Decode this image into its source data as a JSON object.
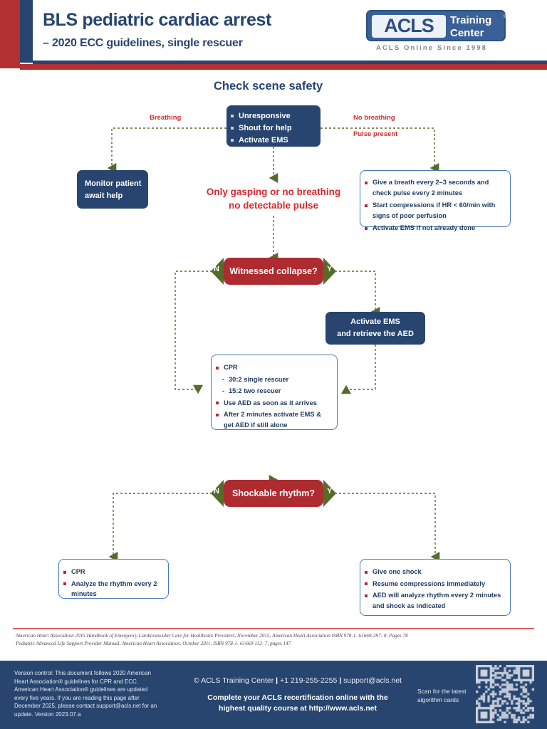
{
  "header": {
    "title": "BLS pediatric cardiac arrest",
    "subtitle": "– 2020 ECC guidelines, single rescuer",
    "logo": {
      "acls": "ACLS",
      "training": "Training",
      "center": "Center",
      "registered": "®",
      "tagline": "ACLS Online Since 1998"
    },
    "colors": {
      "blue": "#27456f",
      "red": "#b33033"
    }
  },
  "flow": {
    "scene_safety_title": "Check scene safety",
    "start_box": {
      "items": [
        "Unresponsive",
        "Shout for help",
        "Activate EMS"
      ]
    },
    "edge_labels": {
      "breathing": "Breathing",
      "no_breathing": "No breathing",
      "pulse_present": "Pulse present",
      "n": "N",
      "y": "Y"
    },
    "monitor_box": {
      "line1": "Monitor patient",
      "line2": "await help"
    },
    "gasping_text": {
      "line1": "Only gasping or no breathing",
      "line2": "no detectable pulse"
    },
    "breath_box": {
      "items": [
        "Give a breath every 2–3 seconds and check pulse every 2 minutes",
        "Start compressions if HR < 60/min with signs of poor perfusion",
        "Activate EMS if not already done"
      ]
    },
    "witnessed_decision": "Witnessed collapse?",
    "activate_ems_box": {
      "line1": "Activate EMS",
      "line2": "and retrieve the AED"
    },
    "cpr_box": {
      "items": [
        {
          "text": "CPR",
          "level": 0
        },
        {
          "text": "30:2 single rescuer",
          "level": 1
        },
        {
          "text": "15:2 two rescuer",
          "level": 1
        },
        {
          "text": "Use AED as soon as it arrives",
          "level": 0
        },
        {
          "text": "After 2 minutes activate EMS & get AED if still alone",
          "level": 0
        }
      ]
    },
    "shockable_decision": "Shockable rhythm?",
    "no_shock_box": {
      "items": [
        "CPR",
        "Analyze the rhythm every 2 minutes"
      ]
    },
    "shock_box": {
      "items": [
        "Give one shock",
        "Resume compressions Immediately",
        "AED will analyze rhythm every 2 minutes and shock as indicated"
      ]
    },
    "colors": {
      "node_blue": "#27456f",
      "decision_red": "#ae2b30",
      "arrow_green": "#556b2a",
      "text_red": "#d8292f",
      "box_border_blue": "#4a78b5",
      "bullet_red": "#c0272d"
    }
  },
  "references": [
    "American Heart Association 2015 Handbook of Emergency Cardiovascular Care for Healthcare Providers, November 2015, American Heart Association ISBN 978-1- 61669-397- 8, Pages 78",
    "Pediatric Advanced Life Support Provider Manual, American Heart Association, October 2011, ISBN 978-1- 61669-112- 7, pages 147"
  ],
  "footer": {
    "version_text": "Version control: This document follows 2020 American Heart Association® guidelines for CPR and ECC. American Heart Association® guidelines are updated every five years. If you are reading this page after December 2025, please contact support@acls.net for an update. Version 2023.07.a",
    "copyright": "© ACLS Training Center",
    "phone": "+1 219-255-2255",
    "email": "support@acls.net",
    "separator": "|",
    "cta_line1": "Complete your ACLS recertification online with the",
    "cta_line2": "highest quality course at http://www.acls.net",
    "scan_line1": "Scan for the latest",
    "scan_line2": "algorithm cards",
    "qr_alt": "qr-code"
  }
}
